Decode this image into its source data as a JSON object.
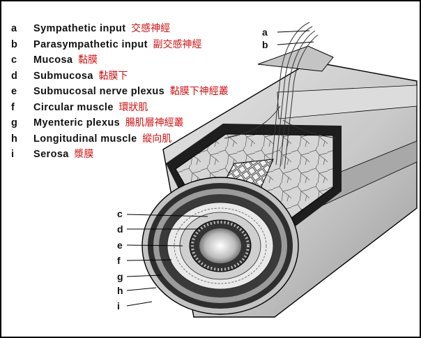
{
  "legend": [
    {
      "key": "a",
      "en": "Sympathetic input",
      "zh": "交感神經"
    },
    {
      "key": "b",
      "en": "Parasympathetic input",
      "zh": "副交感神經"
    },
    {
      "key": "c",
      "en": "Mucosa",
      "zh": "黏膜"
    },
    {
      "key": "d",
      "en": "Submucosa",
      "zh": "黏膜下"
    },
    {
      "key": "e",
      "en": "Submucosal nerve plexus",
      "zh": "黏膜下神經叢"
    },
    {
      "key": "f",
      "en": "Circular muscle",
      "zh": "環狀肌"
    },
    {
      "key": "g",
      "en": "Myenteric plexus",
      "zh": "腸肌層神經叢"
    },
    {
      "key": "h",
      "en": "Longitudinal muscle",
      "zh": "縱向肌"
    },
    {
      "key": "i",
      "en": "Serosa",
      "zh": "漿膜"
    }
  ],
  "callouts": {
    "top": [
      "a",
      "b"
    ],
    "side": [
      "c",
      "d",
      "e",
      "f",
      "g",
      "h",
      "i"
    ]
  },
  "colors": {
    "chinese_text": "#d01010",
    "tube_surface": "#c8c8c8",
    "muscle_band": "#3a3a3a"
  }
}
